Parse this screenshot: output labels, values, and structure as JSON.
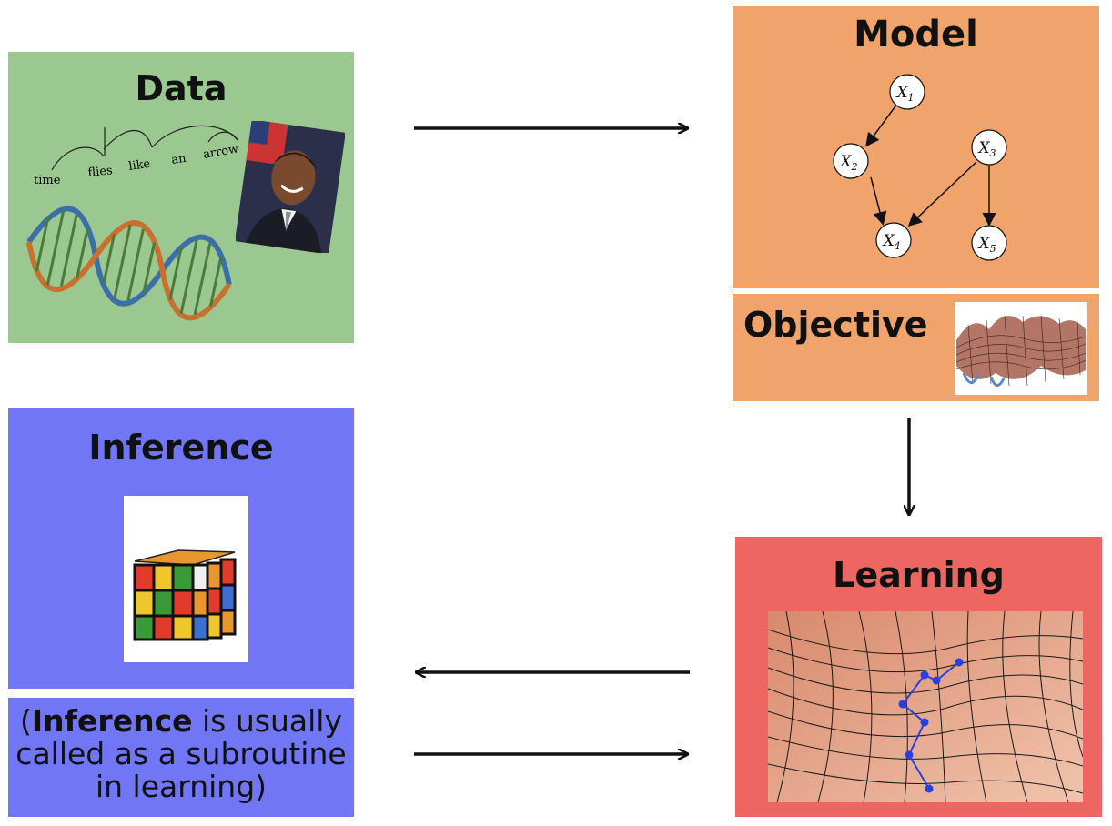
{
  "data": {
    "title": "Data",
    "sentence_words": [
      "time",
      "flies",
      "like",
      "an",
      "arrow"
    ]
  },
  "model": {
    "title": "Model",
    "nodes": [
      {
        "var": "X",
        "sub": "1"
      },
      {
        "var": "X",
        "sub": "2"
      },
      {
        "var": "X",
        "sub": "3"
      },
      {
        "var": "X",
        "sub": "4"
      },
      {
        "var": "X",
        "sub": "5"
      }
    ]
  },
  "objective": {
    "title": "Objective"
  },
  "inference": {
    "title": "Inference"
  },
  "note": {
    "open": "(",
    "bold": "Inference",
    "rest": " is usually called as a subroutine in learning)"
  },
  "learning": {
    "title": "Learning"
  },
  "colors": {
    "data_bg": "#9bc890",
    "model_bg": "#f0a46b",
    "inference_bg": "#7177f4",
    "learning_bg": "#ec6761",
    "arrow": "#111111"
  }
}
